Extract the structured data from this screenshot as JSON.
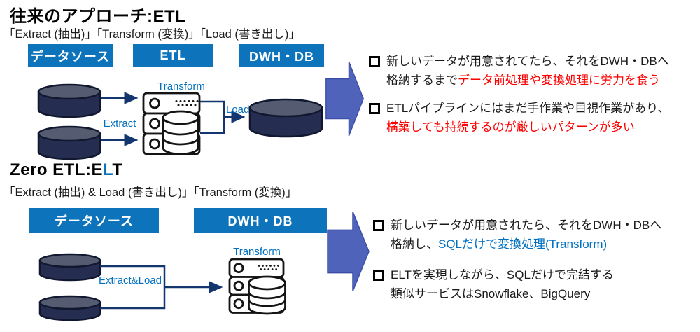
{
  "colors": {
    "header_box_blue": "#0d74bc",
    "flow_label_blue": "#0070c0",
    "alert_red": "#ff0000",
    "big_arrow_fill": "#4f63bb",
    "connector_navy": "#14366e",
    "cylinder_navy": "#252e50"
  },
  "top": {
    "title": "往来のアプローチ:ETL",
    "subtitle": "「Extract (抽出)」「Transform (変換)」「Load (書き出し)」",
    "boxes": {
      "source": "データソース",
      "etl": "ETL",
      "dwh": "DWH・DB"
    },
    "diagram": {
      "transform": "Transform",
      "extract": "Extract",
      "load": "Load"
    },
    "bullets": {
      "b1_line1": "新しいデータが用意されてたら、それをDWH・DBへ",
      "b1_line2_plain": "格納するまで",
      "b1_line2_red": "データ前処理や変換処理に労力を食う",
      "b2_line1": "ETLパイプラインにはまだ手作業や目視作業があり、",
      "b2_line2_red": "構築しても持続するのが厳しいパターンが多い"
    }
  },
  "bottom": {
    "title_prefix": "Zero ETL:E",
    "title_highlight": "L",
    "title_suffix": "T",
    "subtitle": "「Extract (抽出) & Load (書き出し)」「Transform (変換)」",
    "boxes": {
      "source": "データソース",
      "dwh": "DWH・DB"
    },
    "diagram": {
      "transform": "Transform",
      "extract_load": "Extract&Load"
    },
    "bullets": {
      "b1_line1": "新しいデータが用意されたら、それをDWH・DBへ",
      "b1_line2_plain": "格納し、",
      "b1_line2_blue": "SQLだけで変換処理(Transform)",
      "b2_line1": "ELTを実現しながら、SQLだけで完結する",
      "b2_line2": "類似サービスはSnowflake、BigQuery"
    }
  }
}
